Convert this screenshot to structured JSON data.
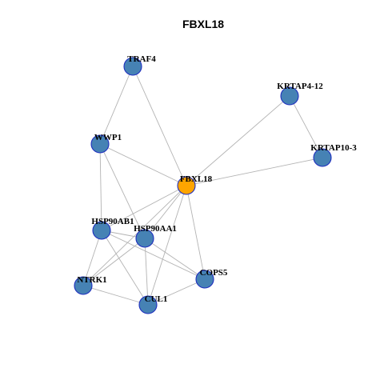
{
  "title": "FBXL18",
  "colors": {
    "node_default": "#4682B4",
    "node_focus": "#FFA500",
    "node_border": "#1f2fbf",
    "edge": "#b3b3b3"
  },
  "nodes": [
    {
      "id": "FBXL18",
      "label": "FBXL18",
      "focus": true
    },
    {
      "id": "TRAF4",
      "label": "TRAF4"
    },
    {
      "id": "KRTAP4-12",
      "label": "KRTAP4-12"
    },
    {
      "id": "KRTAP10-3",
      "label": "KRTAP10-3"
    },
    {
      "id": "WWP1",
      "label": "WWP1"
    },
    {
      "id": "HSP90AB1",
      "label": "HSP90AB1"
    },
    {
      "id": "HSP90AA1",
      "label": "HSP90AA1"
    },
    {
      "id": "NTRK1",
      "label": "NTRK1"
    },
    {
      "id": "COPS5",
      "label": "COPS5"
    },
    {
      "id": "CUL1",
      "label": "CUL1"
    }
  ],
  "edges": [
    [
      "FBXL18",
      "TRAF4"
    ],
    [
      "FBXL18",
      "WWP1"
    ],
    [
      "FBXL18",
      "KRTAP10-3"
    ],
    [
      "FBXL18",
      "HSP90AB1"
    ],
    [
      "FBXL18",
      "HSP90AA1"
    ],
    [
      "FBXL18",
      "NTRK1"
    ],
    [
      "FBXL18",
      "CUL1"
    ],
    [
      "FBXL18",
      "COPS5"
    ],
    [
      "TRAF4",
      "WWP1"
    ],
    [
      "KRTAP4-12",
      "KRTAP10-3"
    ],
    [
      "KRTAP4-12",
      "FBXL18"
    ],
    [
      "WWP1",
      "HSP90AB1"
    ],
    [
      "WWP1",
      "HSP90AA1"
    ],
    [
      "HSP90AB1",
      "HSP90AA1"
    ],
    [
      "HSP90AB1",
      "NTRK1"
    ],
    [
      "HSP90AB1",
      "CUL1"
    ],
    [
      "HSP90AB1",
      "COPS5"
    ],
    [
      "HSP90AA1",
      "NTRK1"
    ],
    [
      "HSP90AA1",
      "CUL1"
    ],
    [
      "HSP90AA1",
      "COPS5"
    ],
    [
      "NTRK1",
      "CUL1"
    ],
    [
      "CUL1",
      "COPS5"
    ]
  ]
}
